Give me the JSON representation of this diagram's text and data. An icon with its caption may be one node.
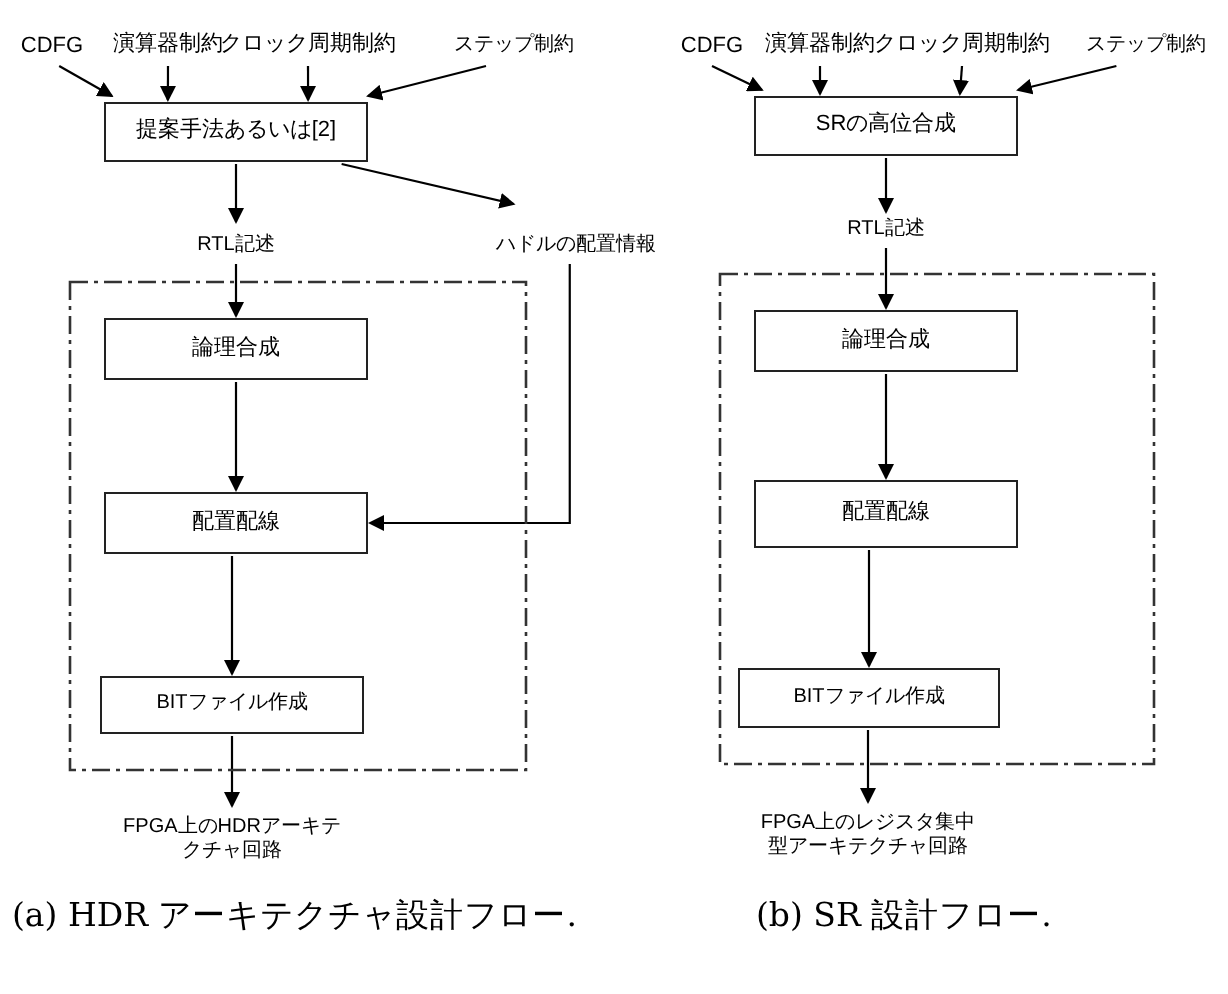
{
  "diagram": {
    "nodes": [
      {
        "text": [
          "CDFG"
        ]
      },
      {
        "text": [
          "演算器制約"
        ]
      },
      {
        "text": [
          "クロック周期制約"
        ]
      },
      {
        "text": [
          "ステップ制約"
        ]
      },
      {
        "text": [
          "提案手法あるいは[2]"
        ]
      },
      {
        "text": [
          "RTL記述"
        ]
      },
      {
        "text": [
          "ハドルの配置情報"
        ]
      },
      {
        "text": [],
        "shape": "box"
      },
      {
        "text": [
          "論理合成"
        ],
        "in": 7
      },
      {
        "text": [
          "配置配線"
        ],
        "in": 7
      },
      {
        "text": [
          "BITファイル作成"
        ],
        "in": 7
      },
      {
        "text": [
          "FPGA上のHDRアーキテクチャ回路"
        ]
      },
      {
        "text": [
          "CDFG"
        ]
      },
      {
        "text": [
          "演算器制約"
        ]
      },
      {
        "text": [
          "クロック周期制約"
        ]
      },
      {
        "text": [
          "ステップ制約"
        ]
      },
      {
        "text": [
          "SRの高位合成"
        ]
      },
      {
        "text": [
          "RTL記述"
        ]
      },
      {
        "text": [],
        "shape": "box"
      },
      {
        "text": [
          "論理合成"
        ],
        "in": 18
      },
      {
        "text": [
          "配置配線"
        ],
        "in": 18
      },
      {
        "text": [
          "BITファイル作成"
        ],
        "in": 18
      },
      {
        "text": [
          "FPGA上のレジスタ集中型アーキテクチャ回路"
        ]
      }
    ],
    "edges": [
      {
        "from": 0,
        "to": 4,
        "arrow": "to"
      },
      {
        "from": 1,
        "to": 4,
        "arrow": "to"
      },
      {
        "from": 2,
        "to": 4,
        "arrow": "to"
      },
      {
        "from": 3,
        "to": 4,
        "arrow": "to"
      },
      {
        "from": 4,
        "to": 5,
        "arrow": "to"
      },
      {
        "from": 4,
        "to": 6,
        "arrow": "to"
      },
      {
        "from": 5,
        "to": 8,
        "arrow": "to"
      },
      {
        "from": 8,
        "to": 9,
        "arrow": "to"
      },
      {
        "from": 6,
        "to": 9,
        "arrow": "to"
      },
      {
        "from": 9,
        "to": 10,
        "arrow": "to"
      },
      {
        "from": 10,
        "to": 11,
        "arrow": "to"
      },
      {
        "from": 12,
        "to": 16,
        "arrow": "to"
      },
      {
        "from": 13,
        "to": 16,
        "arrow": "to"
      },
      {
        "from": 14,
        "to": 16,
        "arrow": "to"
      },
      {
        "from": 15,
        "to": 16,
        "arrow": "to"
      },
      {
        "from": 16,
        "to": 17,
        "arrow": "to"
      },
      {
        "from": 17,
        "to": 19,
        "arrow": "to"
      },
      {
        "from": 19,
        "to": 20,
        "arrow": "to"
      },
      {
        "from": 20,
        "to": 21,
        "arrow": "to"
      },
      {
        "from": 21,
        "to": 22,
        "arrow": "to"
      }
    ],
    "labels": [
      "(a) HDR アーキテクチャ設計フロー.",
      "(b) SR 設計フロー."
    ]
  }
}
